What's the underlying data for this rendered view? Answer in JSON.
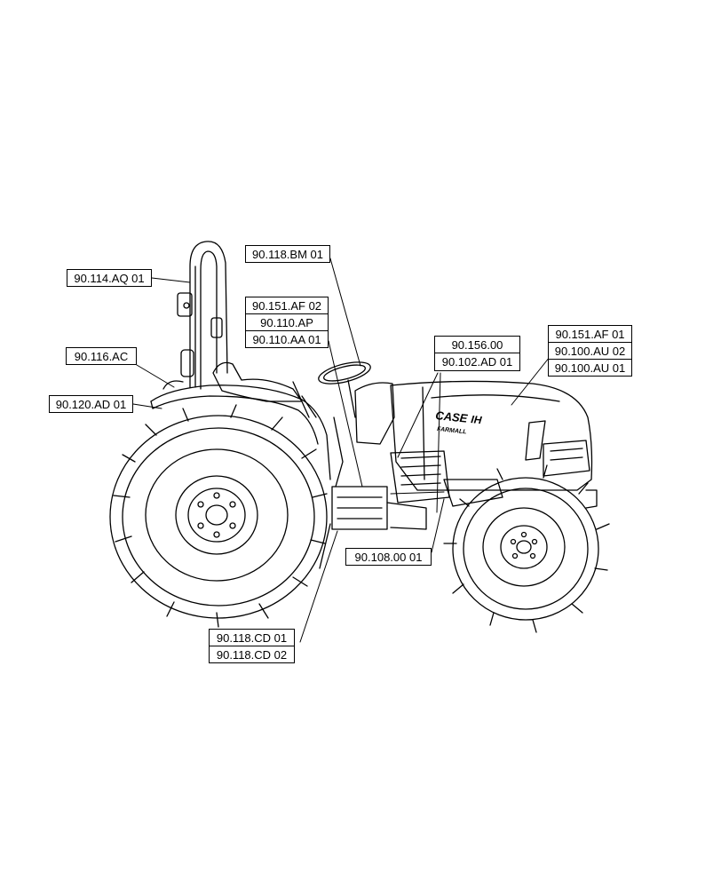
{
  "hood_brand": "CASE",
  "hood_brand_suffix": "IH",
  "hood_model": "FARMALL",
  "callouts": {
    "c1": "90.114.AQ 01",
    "c2": "90.118.BM 01",
    "c3": "90.151.AF 02",
    "c4": "90.110.AP",
    "c5": "90.110.AA 01",
    "c6": "90.116.AC",
    "c7": "90.120.AD 01",
    "c8": "90.156.00",
    "c9": "90.102.AD 01",
    "c10": "90.151.AF 01",
    "c11": "90.100.AU 02",
    "c12": "90.100.AU 01",
    "c13": "90.108.00 01",
    "c14": "90.118.CD 01",
    "c15": "90.118.CD 02"
  }
}
